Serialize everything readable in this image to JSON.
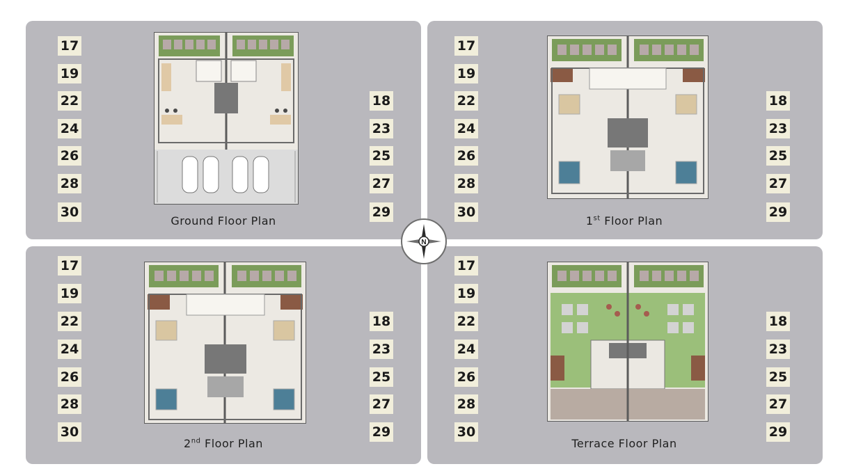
{
  "panels": [
    {
      "title_main": "Ground Floor Plan",
      "title_sup": "",
      "title_rest": ""
    },
    {
      "title_main": "1",
      "title_sup": "st",
      "title_rest": " Floor Plan"
    },
    {
      "title_main": "2",
      "title_sup": "nd",
      "title_rest": " Floor Plan"
    },
    {
      "title_main": "Terrace Floor Plan",
      "title_sup": "",
      "title_rest": ""
    }
  ],
  "left_numbers": [
    "17",
    "19",
    "22",
    "24",
    "26",
    "28",
    "30"
  ],
  "right_numbers": [
    "18",
    "23",
    "25",
    "27",
    "29"
  ],
  "compass": {
    "label": "N"
  },
  "colors": {
    "panel": "#b9b8bd",
    "tag": "#f1eedb",
    "garden": "#7b9c5a",
    "wall": "#5b5b5b"
  }
}
